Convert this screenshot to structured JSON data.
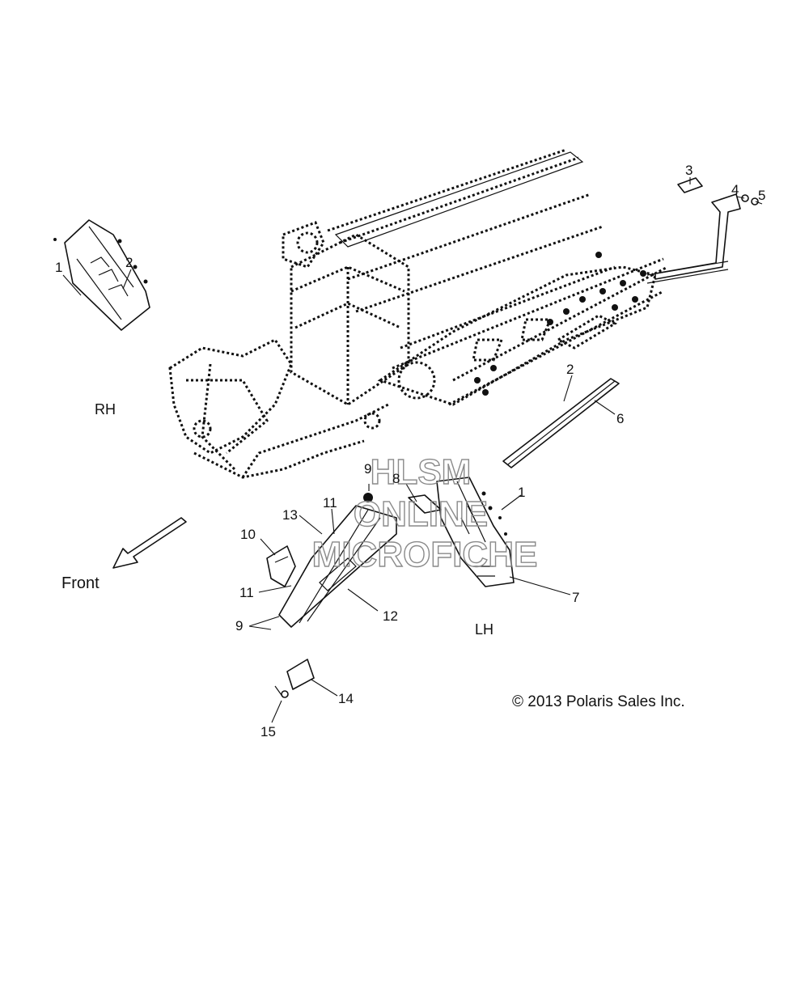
{
  "diagram": {
    "side_labels": {
      "rh": "RH",
      "lh": "LH"
    },
    "direction_label": "Front",
    "copyright": "© 2013 Polaris Sales Inc.",
    "watermark": {
      "line1": "HLSM",
      "line2": "ONLINE",
      "line3": "MICROFICHE"
    },
    "callouts": {
      "c1a": "1",
      "c2a": "2",
      "c3": "3",
      "c4": "4",
      "c5": "5",
      "c2b": "2",
      "c6": "6",
      "c8": "8",
      "c9a": "9",
      "c1b": "1",
      "c13": "13",
      "c11a": "11",
      "c10": "10",
      "c11b": "11",
      "c9b": "9",
      "c12": "12",
      "c7": "7",
      "c14": "14",
      "c15": "15"
    }
  }
}
